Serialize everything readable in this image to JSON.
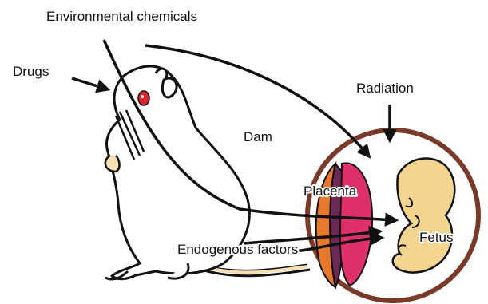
{
  "labels": {
    "environmental_chemicals": "Environmental chemicals",
    "drugs": "Drugs",
    "radiation": "Radiation",
    "dam": "Dam",
    "placenta": "Placenta",
    "fetus": "Fetus",
    "endogenous_factors": "Endogenous factors"
  },
  "colors": {
    "uterus_outline": "#7a3a2a",
    "placenta_pink": "#e0306a",
    "placenta_orange": "#e8782a",
    "placenta_purple": "#6b2a55",
    "fetus_fill": "#f3d58f",
    "tail_fill": "#f6dfb0",
    "eye_red": "#e0202a",
    "line": "#111111"
  },
  "icons": [
    "rat-illustration",
    "fetus-illustration",
    "placenta-illustration",
    "arrow-icon"
  ]
}
